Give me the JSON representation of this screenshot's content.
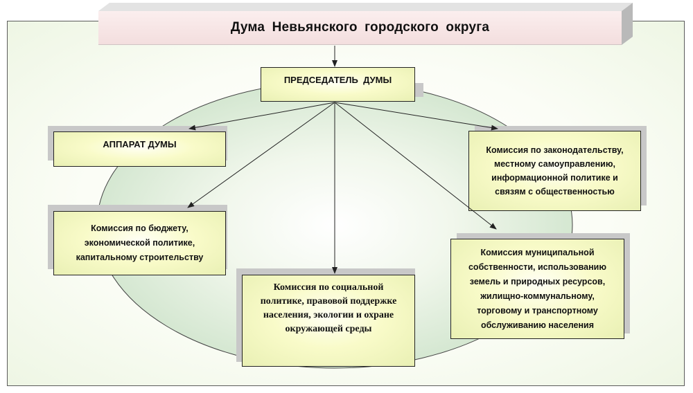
{
  "title": "Дума  Невьянского  городского  округа",
  "chairman": "ПРЕДСЕДАТЕЛЬ  ДУМЫ",
  "apparatus": "АППАРАТ ДУМЫ",
  "commissions": {
    "legislation": [
      "Комиссия по законодательству,",
      "местному самоуправлению,",
      "информационной политике и",
      "связям с общественностью"
    ],
    "budget": [
      "Комиссия по бюджету,",
      "экономической политике,",
      "капитальному строительству"
    ],
    "social": [
      "Комиссия по социальной",
      "политике, правовой поддержке",
      "населения, экологии и охране",
      "окружающей среды"
    ],
    "municipal": [
      "Комиссия муниципальной",
      "собственности, использованию",
      "земель и природных ресурсов,",
      "жилищно-коммунальному,",
      "торговому и транспортному",
      "обслуживанию населения"
    ]
  },
  "colors": {
    "title_bg": "#f3dede",
    "box_fill": "#f9fbc9",
    "ellipse_fill": "#dcebd6",
    "shadow": "#c8c8c8"
  }
}
